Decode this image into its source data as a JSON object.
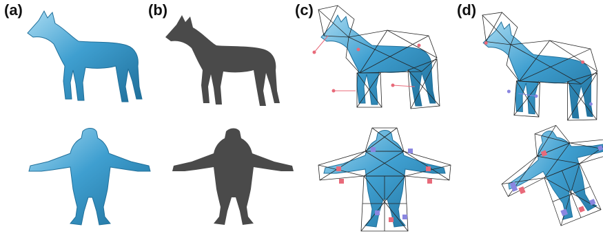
{
  "labels": {
    "a": "(a)",
    "b": "(b)",
    "c": "(c)",
    "d": "(d)"
  },
  "colors": {
    "mesh_blue": "#3f9fd0",
    "mesh_blue_dark": "#1f6f9a",
    "mesh_highlight": "#a9dbf2",
    "silhouette": "#4a4a4a",
    "cage_line": "#222222",
    "handle_red": "#e86a7a",
    "handle_purple": "#8a86e0"
  }
}
